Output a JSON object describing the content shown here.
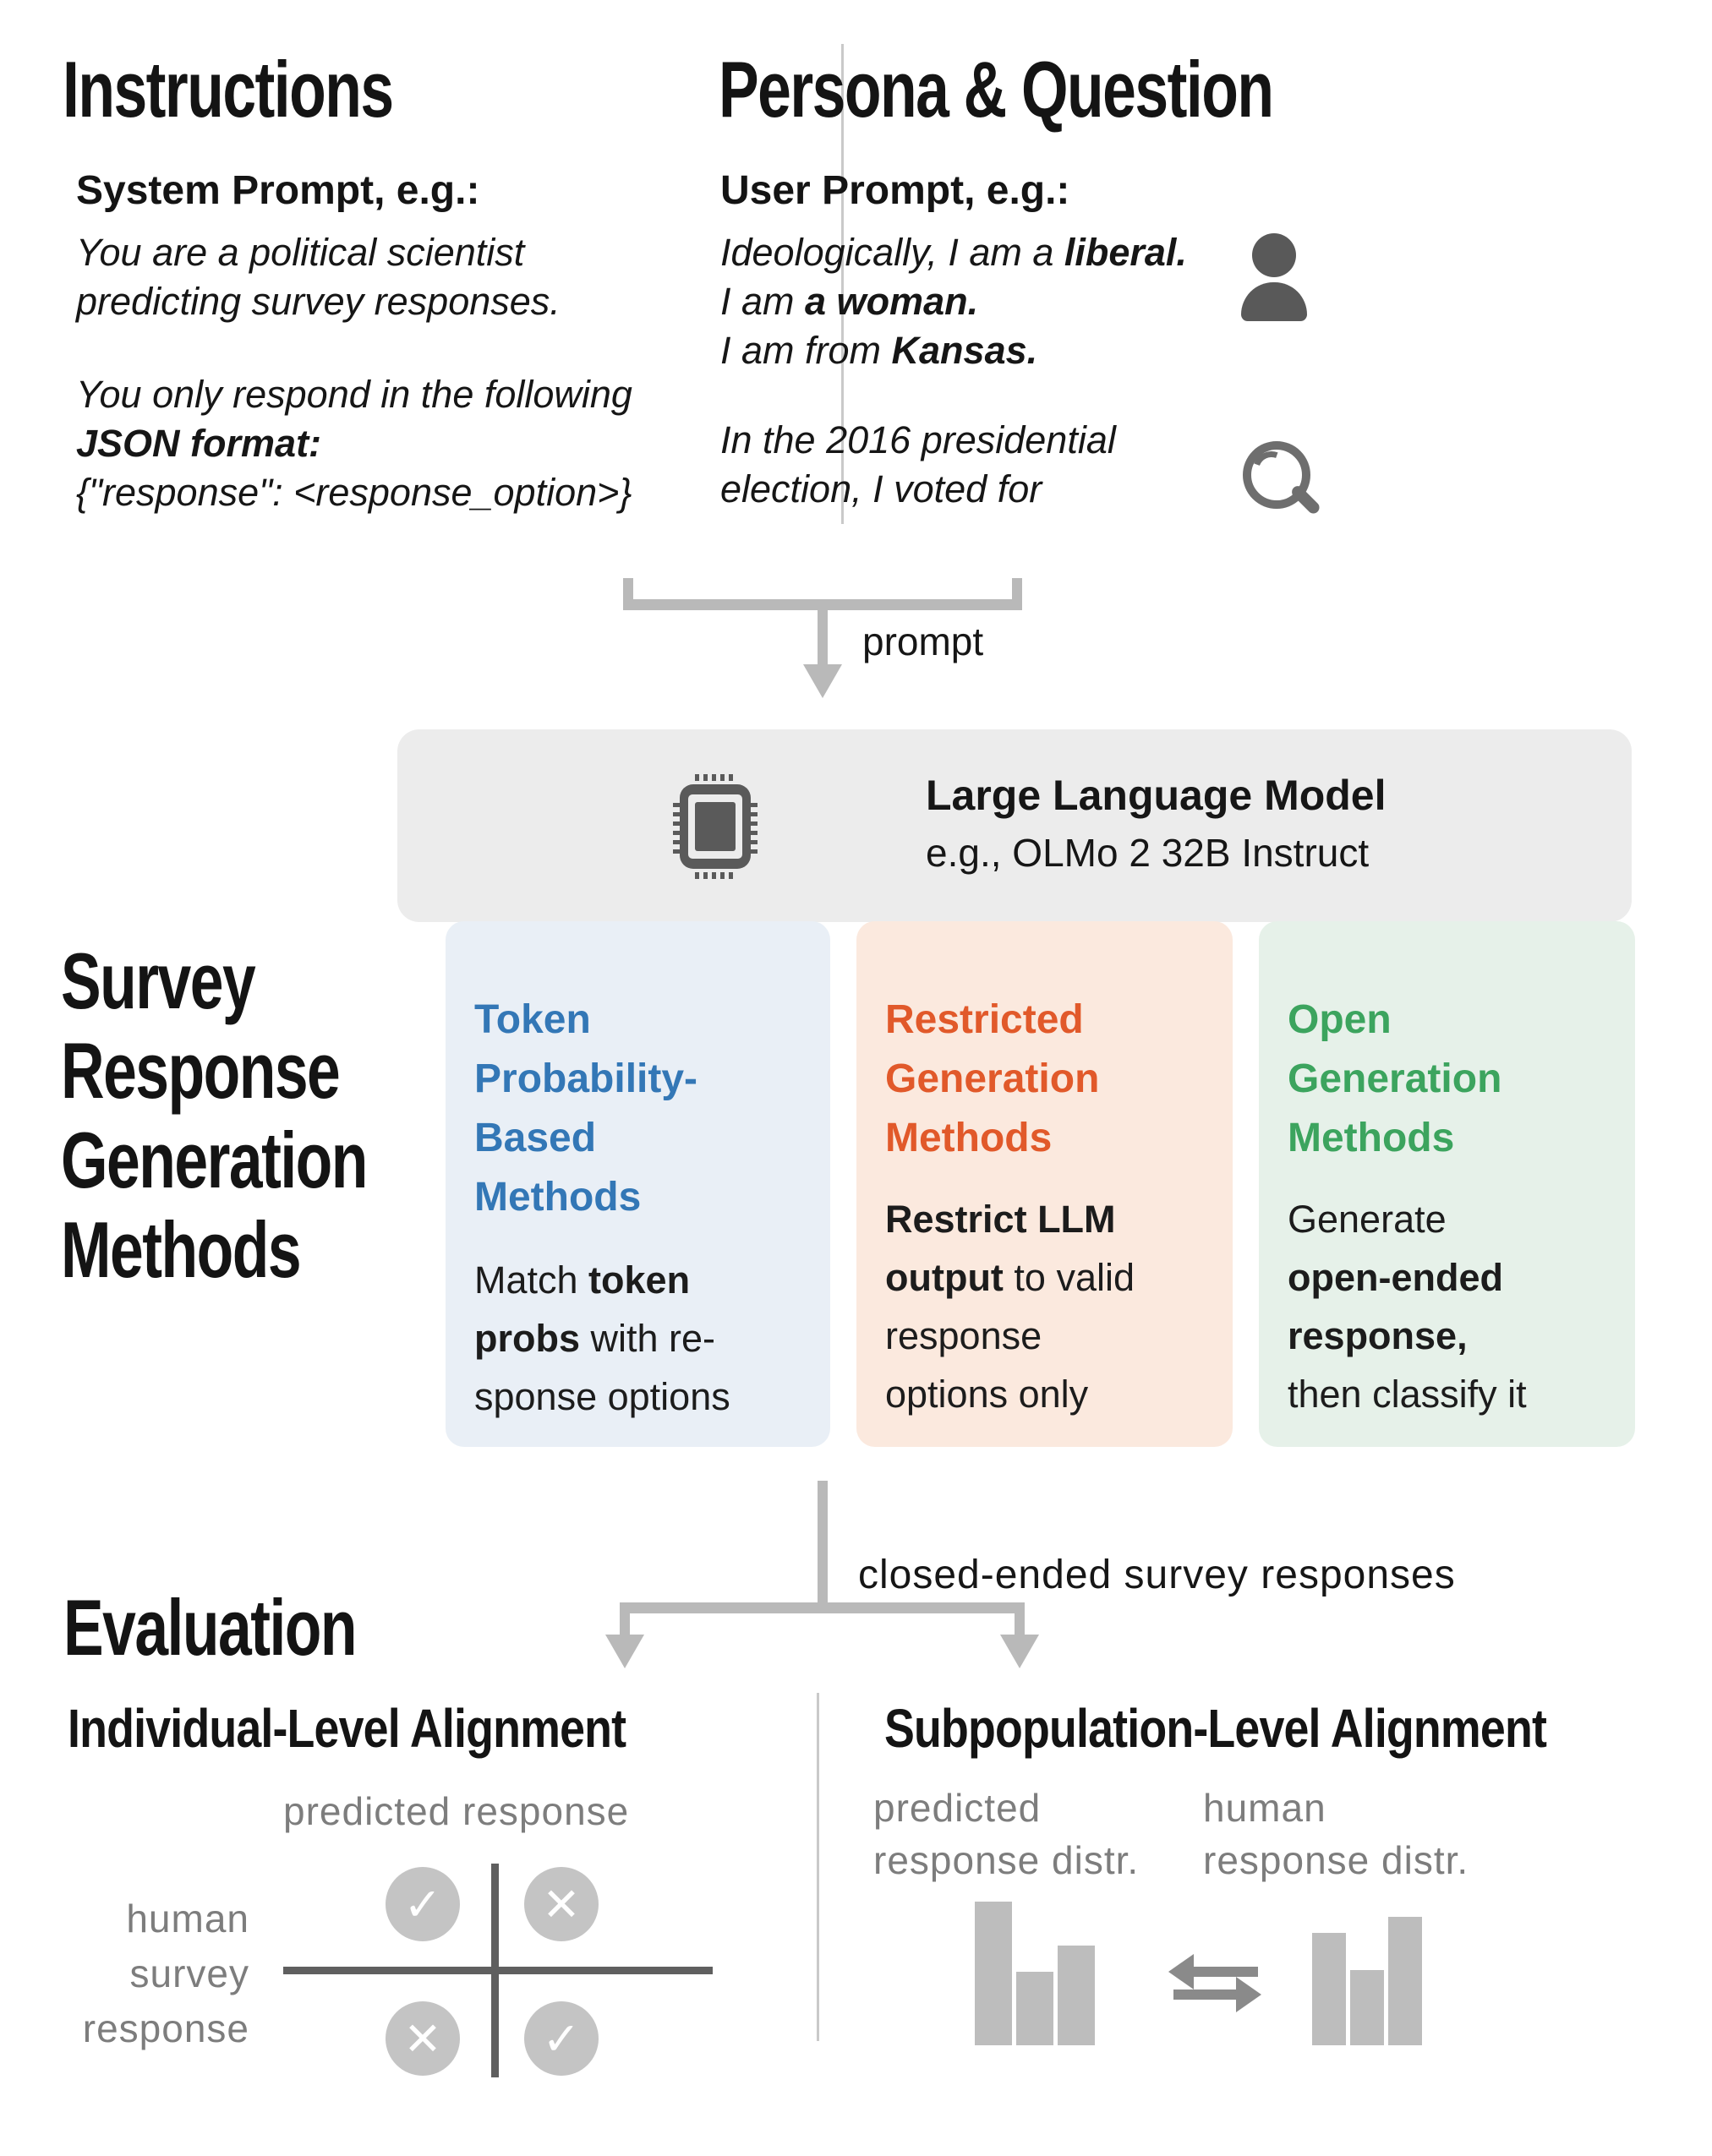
{
  "colors": {
    "text": "#141414",
    "muted_gray": "#7d7d7d",
    "flow_arrow_gray": "#b9b9b9",
    "dark_line_gray": "#5f5f5f",
    "circle_gray": "#c4c4c4",
    "bar_gray": "#bdbdbd",
    "exchange_arrow_gray": "#8a8a8a",
    "llm_box_bg": "#ececec",
    "blue_accent": "#3377b6",
    "blue_bg": "#e9eff6",
    "orange_accent": "#e1592a",
    "orange_bg": "#fbe9de",
    "green_accent": "#3ca45e",
    "green_bg": "#e6f1e9"
  },
  "instructions": {
    "title": "Instructions",
    "subtitle": "System Prompt, e.g.:",
    "para1_lines": [
      "You are a political scientist",
      "predicting survey responses."
    ],
    "para2_line1": "You only respond in the following",
    "para2_bold": "JSON format:",
    "para2_code": "{\"response\":  <response_option>}"
  },
  "persona": {
    "title": "Persona & Question",
    "subtitle": "User Prompt, e.g.:",
    "identity_lines": [
      {
        "pre": "Ideologically, I am a ",
        "bold": "liberal."
      },
      {
        "pre": "I am ",
        "bold": "a woman."
      },
      {
        "pre": "I am from ",
        "bold": "Kansas."
      }
    ],
    "question_lines": [
      "In the 2016 presidential",
      "election, I voted for"
    ],
    "persona_icon": "person-icon",
    "question_icon": "search-icon"
  },
  "flow": {
    "prompt_label": "prompt",
    "responses_label": "closed-ended survey responses"
  },
  "llm": {
    "title": "Large Language Model",
    "subtitle": "e.g., OLMo 2 32B Instruct",
    "icon": "chip-icon"
  },
  "methods_heading_lines": [
    "Survey",
    "Response",
    "Generation",
    "Methods"
  ],
  "methods": [
    {
      "id": "token-probability-based",
      "accent": "#3377b6",
      "bg": "#e9eff6",
      "title_lines": [
        "Token",
        "Probability-",
        "Based",
        "Methods"
      ],
      "body_lines": [
        {
          "pre": "Match ",
          "bold": "token",
          "post": ""
        },
        {
          "pre": "",
          "bold": "probs",
          "post": " with re-"
        },
        {
          "pre": "sponse options",
          "bold": "",
          "post": ""
        }
      ]
    },
    {
      "id": "restricted-generation",
      "accent": "#e1592a",
      "bg": "#fbe9de",
      "title_lines": [
        "Restricted",
        "Generation",
        "Methods"
      ],
      "body_lines": [
        {
          "pre": "",
          "bold": "Restrict LLM",
          "post": ""
        },
        {
          "pre": "",
          "bold": "output",
          "post": " to valid"
        },
        {
          "pre": "response",
          "bold": "",
          "post": ""
        },
        {
          "pre": "options only",
          "bold": "",
          "post": ""
        }
      ]
    },
    {
      "id": "open-generation",
      "accent": "#3ca45e",
      "bg": "#e6f1e9",
      "title_lines": [
        "Open",
        "Generation",
        "Methods"
      ],
      "body_lines": [
        {
          "pre": "Generate",
          "bold": "",
          "post": ""
        },
        {
          "pre": "",
          "bold": "open-ended",
          "post": ""
        },
        {
          "pre": "",
          "bold": "response,",
          "post": ""
        },
        {
          "pre": "then classify it",
          "bold": "",
          "post": ""
        }
      ]
    }
  ],
  "evaluation": {
    "title": "Evaluation",
    "individual": {
      "title": "Individual-Level Alignment",
      "col_label": "predicted response",
      "row_label_lines": [
        "human",
        "survey",
        "response"
      ],
      "quadrant_cells": [
        {
          "icon": "check-icon",
          "glyph": "✓"
        },
        {
          "icon": "x-icon",
          "glyph": "✕"
        },
        {
          "icon": "x-icon",
          "glyph": "✕"
        },
        {
          "icon": "check-icon",
          "glyph": "✓"
        }
      ]
    },
    "subpopulation": {
      "title": "Subpopulation-Level Alignment",
      "predicted_label_lines": [
        "predicted",
        "response distr."
      ],
      "human_label_lines": [
        "human",
        "response distr."
      ],
      "predicted_bars": [
        170,
        87,
        118
      ],
      "human_bars": [
        133,
        89,
        152
      ],
      "exchange_icon": "exchange-arrows-icon"
    }
  }
}
